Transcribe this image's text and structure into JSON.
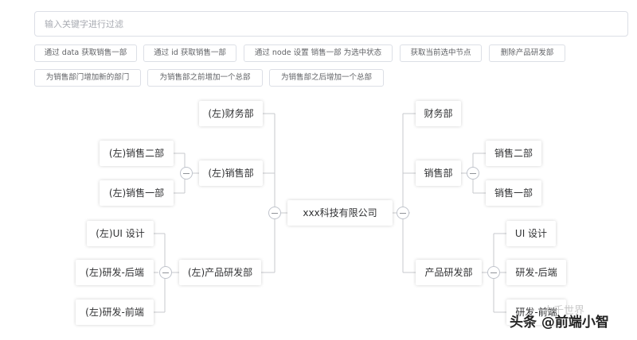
{
  "search": {
    "placeholder": "输入关键字进行过滤",
    "value": ""
  },
  "toolbar": {
    "row1": [
      "通过 data 获取销售一部",
      "通过 id 获取销售一部",
      "通过 node 设置 销售一部 为选中状态",
      "获取当前选中节点",
      "删除产品研发部"
    ],
    "row2": [
      "为销售部门增加新的部门",
      "为销售部之前增加一个总部",
      "为销售部之后增加一个总部"
    ]
  },
  "tree": {
    "root": "xxx科技有限公司",
    "left": {
      "finance": "(左)财务部",
      "sales": "(左)销售部",
      "sales_2": "(左)销售二部",
      "sales_1": "(左)销售一部",
      "rnd": "(左)产品研发部",
      "rnd_ui": "(左)UI 设计",
      "rnd_backend": "(左)研发-后端",
      "rnd_frontend": "(左)研发-前端"
    },
    "right": {
      "finance": "财务部",
      "sales": "销售部",
      "sales_2": "销售二部",
      "sales_1": "销售一部",
      "rnd": "产品研发部",
      "rnd_ui": "UI 设计",
      "rnd_backend": "研发-后端",
      "rnd_frontend": "研发-前端"
    }
  },
  "watermark": {
    "text": "头条 @前端小智",
    "faint": "大千世界"
  }
}
